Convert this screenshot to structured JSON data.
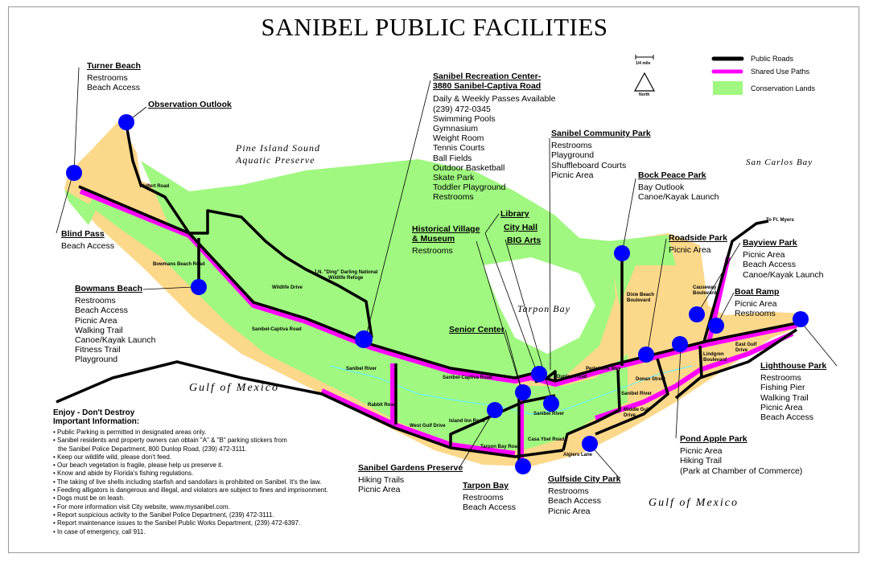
{
  "title": "SANIBEL PUBLIC FACILITIES",
  "legend": {
    "scale_label": "1/4 mile",
    "north_label": "North",
    "items": [
      {
        "label": "Public Roads",
        "color": "#000000"
      },
      {
        "label": "Shared Use Paths",
        "color": "#ff00ff"
      },
      {
        "label": "Conservation Lands",
        "color": "#a0f880"
      }
    ]
  },
  "colors": {
    "land": "#fcd88a",
    "conservation": "#a0f880",
    "road": "#000000",
    "path": "#ff00ff",
    "facility_marker": "#0000ff",
    "river": "#6ff0f0"
  },
  "water_labels": {
    "pine_island": [
      "Pine Island Sound",
      "Aquatic Preserve"
    ],
    "san_carlos": "San Carlos Bay",
    "tarpon_bay": "Tarpon Bay",
    "gulf_west": "Gulf of Mexico",
    "gulf_east": "Gulf of Mexico"
  },
  "road_labels": {
    "wulfert": "Wulfert Road",
    "bowmans_beach_road": "Bowmans Beach Road",
    "wildlife_drive": "Wildlife Drive",
    "ding_darling": [
      "J.N. \"Ding\" Darling National",
      "Wildlife Refuge"
    ],
    "sanibel_captiva_w": "Sanibel-Captiva Road",
    "sanibel_captiva_e": "Sanibel-Captiva Road",
    "sanibel_river_w": "Sanibel River",
    "rabbit": "Rabbit Road",
    "west_gulf": "West Gulf Drive",
    "island_inn": "Island Inn Road",
    "tarpon_bay_road": "Tarpon Bay Road",
    "dunlop": "Dunlop Road",
    "sanibel_river_m": "Sanibel River",
    "casa_ybel": "Casa Ybel Road",
    "algiers": "Algiers Lane",
    "periwinkle": "Periwinkle Way",
    "dixie_beach": [
      "Dixie Beach",
      "Boulevard"
    ],
    "donax": "Donax Street",
    "sanibel_river_e": "Sanibel River",
    "middle_gulf": [
      "Middle Gulf",
      "Drive"
    ],
    "causeway": [
      "Causeway",
      "Boulevard"
    ],
    "lindgren": [
      "Lindgren",
      "Boulevard"
    ],
    "east_gulf": [
      "East Gulf",
      "Drive"
    ],
    "to_ft_myers": "To Ft. Myers"
  },
  "facilities": {
    "turner_beach": {
      "title": "Turner Beach",
      "items": [
        "Restrooms",
        "Beach Access"
      ]
    },
    "observation_outlook": {
      "title": "Observation Outlook",
      "items": []
    },
    "blind_pass": {
      "title": "Blind Pass",
      "items": [
        "Beach Access"
      ]
    },
    "bowmans_beach": {
      "title": "Bowmans Beach",
      "items": [
        "Restrooms",
        "Beach Access",
        "Picnic Area",
        "Walking Trail",
        "Canoe/Kayak Launch",
        "Fitness Trail",
        "Playground"
      ]
    },
    "recreation_center": {
      "title": [
        "Sanibel Recreation Center-",
        "3880 Sanibel-Captiva Road"
      ],
      "items": [
        "Daily & Weekly Passes Available",
        "(239) 472-0345",
        "Swimming Pools",
        "Gymnasium",
        "Weight Room",
        "Tennis Courts",
        "Ball Fields",
        "Outdoor Basketball",
        "Skate Park",
        "Toddler Playground",
        "Restrooms"
      ]
    },
    "community_park": {
      "title": "Sanibel Community Park",
      "items": [
        "Restrooms",
        "Playground",
        "Shuffleboard Courts",
        "Picnic Area"
      ]
    },
    "bock_peace_park": {
      "title": "Bock Peace Park",
      "items": [
        "Bay Outlook",
        "Canoe/Kayak Launch"
      ]
    },
    "historical_village": {
      "title": [
        "Historical Village",
        "& Museum"
      ],
      "items": [
        "Restrooms"
      ]
    },
    "library": {
      "title": "Library",
      "items": []
    },
    "city_hall": {
      "title": "City Hall",
      "items": []
    },
    "big_arts": {
      "title": "BIG Arts",
      "items": []
    },
    "roadside_park": {
      "title": "Roadside Park",
      "items": [
        "Picnic Area"
      ]
    },
    "bayview_park": {
      "title": "Bayview Park",
      "items": [
        "Picnic Area",
        "Beach Access",
        "Canoe/Kayak Launch"
      ]
    },
    "boat_ramp": {
      "title": "Boat Ramp",
      "items": [
        "Picnic Area",
        "Restrooms"
      ]
    },
    "senior_center": {
      "title": "Senior Center",
      "items": []
    },
    "lighthouse_park": {
      "title": "Lighthouse Park",
      "items": [
        "Restrooms",
        "Fishing Pier",
        "Walking Trail",
        "Picnic Area",
        "Beach Access"
      ]
    },
    "sanibel_gardens": {
      "title": "Sanibel Gardens Preserve",
      "items": [
        "Hiking Trails",
        "Picnic Area"
      ]
    },
    "tarpon_bay": {
      "title": "Tarpon Bay",
      "items": [
        "Restrooms",
        "Beach Access"
      ]
    },
    "gulfside_city_park": {
      "title": "Gulfside City Park",
      "items": [
        "Restrooms",
        "Beach Access",
        "Picnic Area"
      ]
    },
    "pond_apple_park": {
      "title": "Pond Apple Park",
      "items": [
        "Picnic Area",
        "Hiking Trail",
        "(Park at Chamber of Commerce)"
      ]
    }
  },
  "info": {
    "heading1": "Enjoy - Don't Destroy",
    "heading2": "Important Information:",
    "bullets": [
      "• Public Parking is permitted in designated areas only.",
      "• Sanibel residents and property owners can obtain \"A\" & \"B\" parking stickers from",
      "   the Sanibel Police Department, 800 Dunlop Road, (239) 472-3111.",
      "• Keep our wildlife wild, please don't feed.",
      "• Our beach vegetation is fragile, please help us preserve it.",
      "• Know and abide by Florida's fishing regulations.",
      "• The taking of live shells including starfish and sandollars is prohibited on Sanibel.  It's the law.",
      "• Feeding alligators is dangerous and illegal, and violators are subject to fines and imprisonment.",
      "• Dogs must be on leash.",
      "• For more information visit City website, www.mysanibel.com.",
      "• Report suspicious activity to the Sanibel Police Department, (239) 472-3111.",
      "• Report maintenance issues to the Sanibel Public Works Department, (239) 472-6397.",
      "• In case of emergency, call 911."
    ]
  }
}
